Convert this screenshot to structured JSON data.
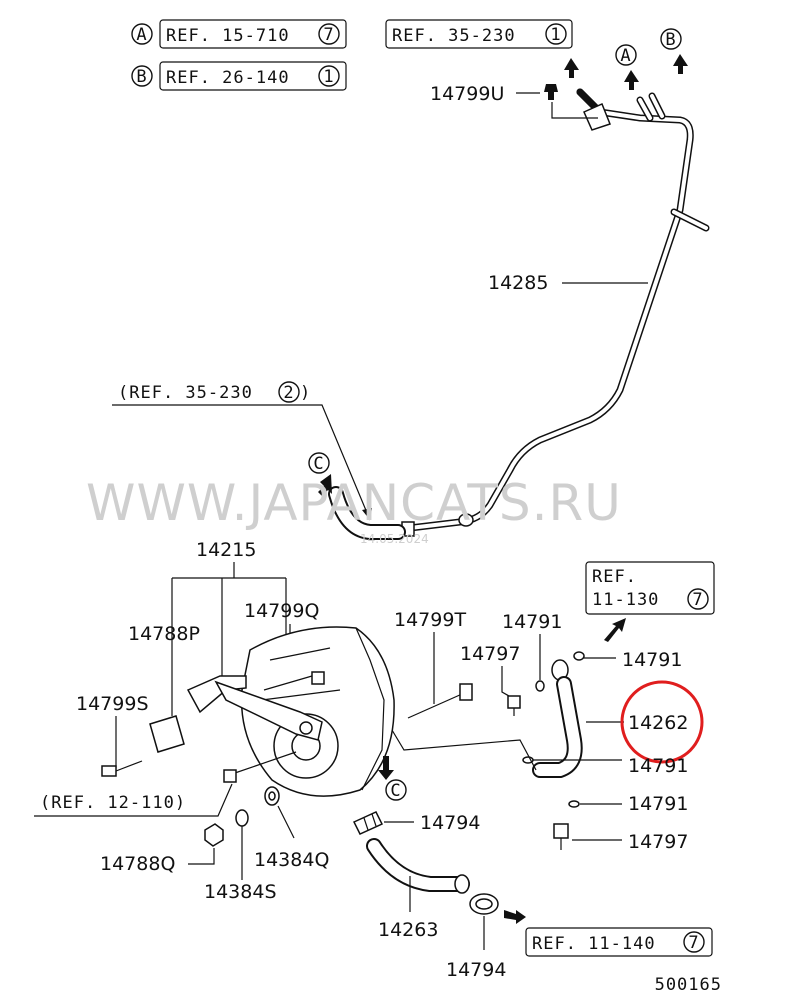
{
  "diagram": {
    "parts": {
      "p14799U": "14799U",
      "p14285": "14285",
      "p14215": "14215",
      "p14788P": "14788P",
      "p14799Q": "14799Q",
      "p14799S": "14799S",
      "p14799T": "14799T",
      "p14791_top": "14791",
      "p14797_top": "14797",
      "p14791_r1": "14791",
      "p14262": "14262",
      "p14791_r2": "14791",
      "p14791_r3": "14791",
      "p14797_r": "14797",
      "p14794_mid": "14794",
      "p14788Q": "14788Q",
      "p14384Q": "14384Q",
      "p14384S": "14384S",
      "p14263": "14263",
      "p14794_bot": "14794"
    },
    "refs": {
      "refA": "REF. 15-710",
      "refA_num": "7",
      "refB": "REF. 26-140",
      "refB_num": "1",
      "refTop": "REF. 35-230",
      "refTop_num": "1",
      "refMid": "(REF. 35-230",
      "refMid_num": "2",
      "refRightTop1": "REF.",
      "refRightTop2": "11-130",
      "refRightTop_num": "7",
      "refLeft": "(REF. 12-110)",
      "refBottom": "REF. 11-140",
      "refBottom_num": "7"
    },
    "markers": {
      "a": "A",
      "b": "B",
      "c": "C"
    },
    "watermark": "WWW.JAPANCATS.RU",
    "watermark_date": "14.05.2024",
    "diagram_number": "500165",
    "highlight_color": "#e01e1e"
  }
}
